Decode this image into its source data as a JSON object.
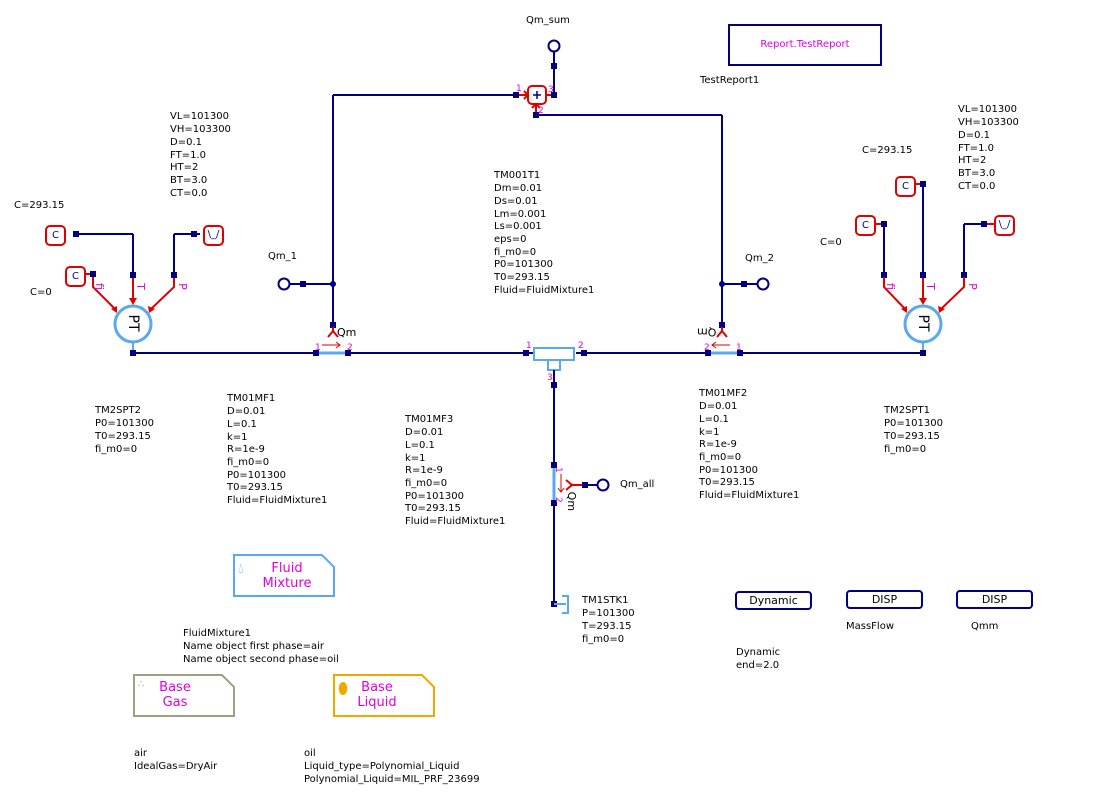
{
  "report": {
    "label": "Report.TestReport",
    "name": "TestReport1"
  },
  "sensors": {
    "qm_sum": "Qm_sum",
    "qm_1": "Qm_1",
    "qm_2": "Qm_2",
    "qm_all": "Qm_all"
  },
  "flow_labels": {
    "qm": "Qm"
  },
  "left_source": {
    "valve_params": [
      "VL=101300",
      "VH=103300",
      "D=0.1",
      "FT=1.0",
      "HT=2",
      "BT=3.0",
      "CT=0.0"
    ],
    "temp_const": "C=293.15",
    "fi_const": "C=0",
    "const_glyph": "C",
    "pt_glyph": "PT",
    "pin_labels": {
      "fi": "fi",
      "t": "T",
      "p": "P"
    },
    "params": [
      "TM2SPT2",
      "P0=101300",
      "T0=293.15",
      "fi_m0=0"
    ]
  },
  "right_source": {
    "valve_params": [
      "VL=101300",
      "VH=103300",
      "D=0.1",
      "FT=1.0",
      "HT=2",
      "BT=3.0",
      "CT=0.0"
    ],
    "temp_const": "C=293.15",
    "fi_const": "C=0",
    "const_glyph": "C",
    "pt_glyph": "PT",
    "pin_labels": {
      "fi": "fi",
      "t": "T",
      "p": "P"
    },
    "params": [
      "TM2SPT1",
      "P0=101300",
      "T0=293.15",
      "fi_m0=0"
    ]
  },
  "pipe_mf1": {
    "params": [
      "TM01MF1",
      "D=0.01",
      "L=0.1",
      "k=1",
      "R=1e-9",
      "fi_m0=0",
      "P0=101300",
      "T0=293.15",
      "Fluid=FluidMixture1"
    ]
  },
  "pipe_mf2": {
    "params": [
      "TM01MF2",
      "D=0.01",
      "L=0.1",
      "k=1",
      "R=1e-9",
      "fi_m0=0",
      "P0=101300",
      "T0=293.15",
      "Fluid=FluidMixture1"
    ]
  },
  "pipe_mf3": {
    "params": [
      "TM01MF3",
      "D=0.01",
      "L=0.1",
      "k=1",
      "R=1e-9",
      "fi_m0=0",
      "P0=101300",
      "T0=293.15",
      "Fluid=FluidMixture1"
    ]
  },
  "tee": {
    "params": [
      "TM001T1",
      "Dm=0.01",
      "Ds=0.01",
      "Lm=0.001",
      "Ls=0.001",
      "eps=0",
      "fi_m0=0",
      "P0=101300",
      "T0=293.15",
      "Fluid=FluidMixture1"
    ]
  },
  "stack": {
    "params": [
      "TM1STK1",
      "P=101300",
      "T=293.15",
      "fi_m0=0"
    ]
  },
  "fluid_mixture": {
    "title1": "Fluid",
    "title2": "Mixture",
    "params": [
      "FluidMixture1",
      "Name object first phase=air",
      "Name object second phase=oil"
    ]
  },
  "base_gas": {
    "title1": "Base",
    "title2": "Gas",
    "params": [
      "air",
      "IdealGas=DryAir"
    ]
  },
  "base_liquid": {
    "title1": "Base",
    "title2": "Liquid",
    "params": [
      "oil",
      "Liquid_type=Polynomial_Liquid",
      "Polynomial_Liquid=MIL_PRF_23699"
    ]
  },
  "dynamic": {
    "label": "Dynamic",
    "params": [
      "Dynamic",
      "end=2.0"
    ]
  },
  "disp_massflow": {
    "label": "DISP",
    "name": "MassFlow"
  },
  "disp_qmm": {
    "label": "DISP",
    "name": "Qmm"
  },
  "colors": {
    "wire": "#000080",
    "signal": "#e00000",
    "component": "#5aa8f0",
    "pin": "#e000e0",
    "gas": "#a0a080",
    "liquid": "#f0a800"
  }
}
